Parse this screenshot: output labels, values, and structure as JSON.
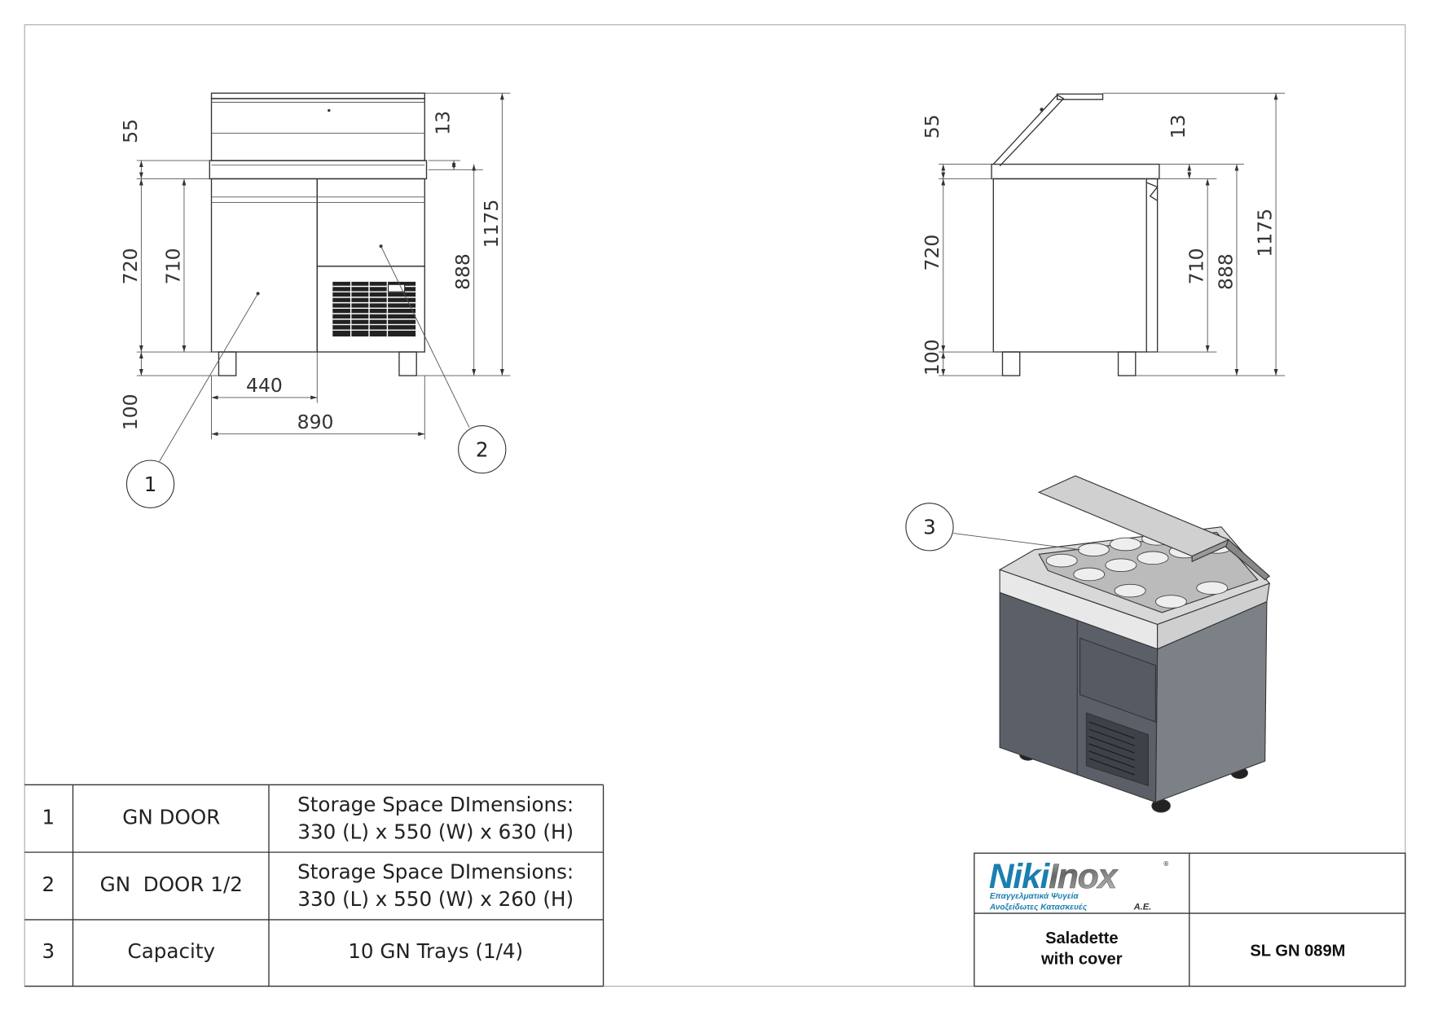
{
  "front_view": {
    "dims": {
      "d55": "55",
      "d720": "720",
      "d100": "100",
      "d710": "710",
      "d13": "13",
      "d888": "888",
      "d1175": "1175",
      "d440": "440",
      "d890": "890"
    },
    "balloons": [
      "1",
      "2"
    ]
  },
  "side_view": {
    "dims": {
      "d55": "55",
      "d720": "720",
      "d100": "100",
      "d13": "13",
      "d710": "710",
      "d888": "888",
      "d1175": "1175"
    }
  },
  "iso_view": {
    "balloon": "3"
  },
  "parts_table": [
    {
      "num": "1",
      "name": "GN DOOR",
      "desc_line1": "Storage Space DImensions:",
      "desc_line2": "330 (L) x 550 (W) x 630 (H)"
    },
    {
      "num": "2",
      "name": "GN  DOOR 1/2",
      "desc_line1": "Storage Space DImensions:",
      "desc_line2": "330 (L) x 550 (W) x 260 (H)"
    },
    {
      "num": "3",
      "name": "Capacity",
      "desc_line1": "10 GN Trays (1/4)",
      "desc_line2": ""
    }
  ],
  "title_block": {
    "logo_text": "NikiInox",
    "logo_tagline1": "Επαγγελματικά Ψυγεία",
    "logo_tagline2": "Ανοξείδωτες Κατασκευές",
    "logo_suffix": "A.E.",
    "product_line1": "Saladette",
    "product_line2": "with cover",
    "model": "SL GN 089M"
  },
  "colors": {
    "logo_blue": "#1a7fb0",
    "body_front": "#5b6068",
    "body_side": "#7c8188",
    "counter": "#e4e4e4"
  }
}
